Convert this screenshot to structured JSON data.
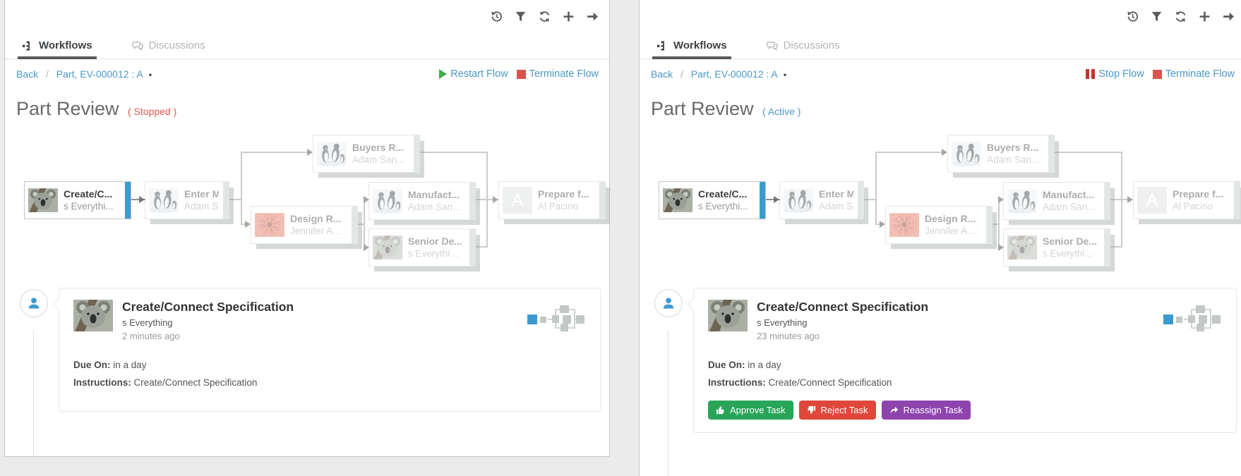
{
  "toolbar": {
    "icons": [
      "history",
      "filter",
      "refresh",
      "add",
      "next"
    ]
  },
  "tabs": {
    "workflows": "Workflows",
    "discussions": "Discussions"
  },
  "breadcrumb": {
    "back": "Back",
    "separator": "/",
    "current": "Part, EV-000012 : A",
    "marker": "•"
  },
  "title": "Part Review",
  "panels": {
    "left": {
      "status": "( Stopped )",
      "actions": [
        {
          "icon": "play",
          "label": "Restart Flow"
        },
        {
          "icon": "square",
          "label": "Terminate Flow"
        }
      ],
      "task_time": "2 minutes ago"
    },
    "right": {
      "status": "( Active )",
      "actions": [
        {
          "icon": "pause",
          "label": "Stop Flow"
        },
        {
          "icon": "square",
          "label": "Terminate Flow"
        }
      ],
      "task_time": "23 minutes ago",
      "task_buttons": [
        {
          "icon": "thumbs-up",
          "label": "Approve Task",
          "color": "#28a558"
        },
        {
          "icon": "thumbs-down",
          "label": "Reject Task",
          "color": "#e0473b"
        },
        {
          "icon": "reassign",
          "label": "Reassign Task",
          "color": "#8e44ad"
        }
      ]
    }
  },
  "workflow": {
    "avatar_letter": "A",
    "nodes": [
      {
        "title": "Create/C...",
        "assignee": "s Everythi...",
        "image": "koala",
        "state": "current"
      },
      {
        "title": "Enter Ma...",
        "assignee": "Adam San...",
        "image": "penguins",
        "state": "pending"
      },
      {
        "title": "Buyers R...",
        "assignee": "Adam San...",
        "image": "penguins",
        "state": "pending"
      },
      {
        "title": "Design R...",
        "assignee": "Jennifer A...",
        "image": "flower",
        "state": "pending"
      },
      {
        "title": "Manufact...",
        "assignee": "Adam San...",
        "image": "penguins",
        "state": "pending"
      },
      {
        "title": "Senior De...",
        "assignee": "s Everythi...",
        "image": "koala",
        "state": "pending"
      },
      {
        "title": "Prepare f...",
        "assignee": "Al Pacino",
        "image": "letter-a",
        "state": "pending"
      }
    ]
  },
  "task": {
    "title": "Create/Connect Specification",
    "assignee": "s Everything",
    "due_label": "Due On:",
    "due_value": "in a day",
    "instructions_label": "Instructions:",
    "instructions_value": "Create/Connect Specification"
  },
  "colors": {
    "accent_blue": "#3d9ad1",
    "link_blue": "#4a98c8",
    "status_stopped": "#e2574c",
    "status_active": "#4a98c8",
    "play_green": "#3fae49",
    "terminate_red": "#d9534f",
    "approve_green": "#28a558",
    "reject_red": "#e0473b",
    "reassign_purple": "#8e44ad"
  }
}
